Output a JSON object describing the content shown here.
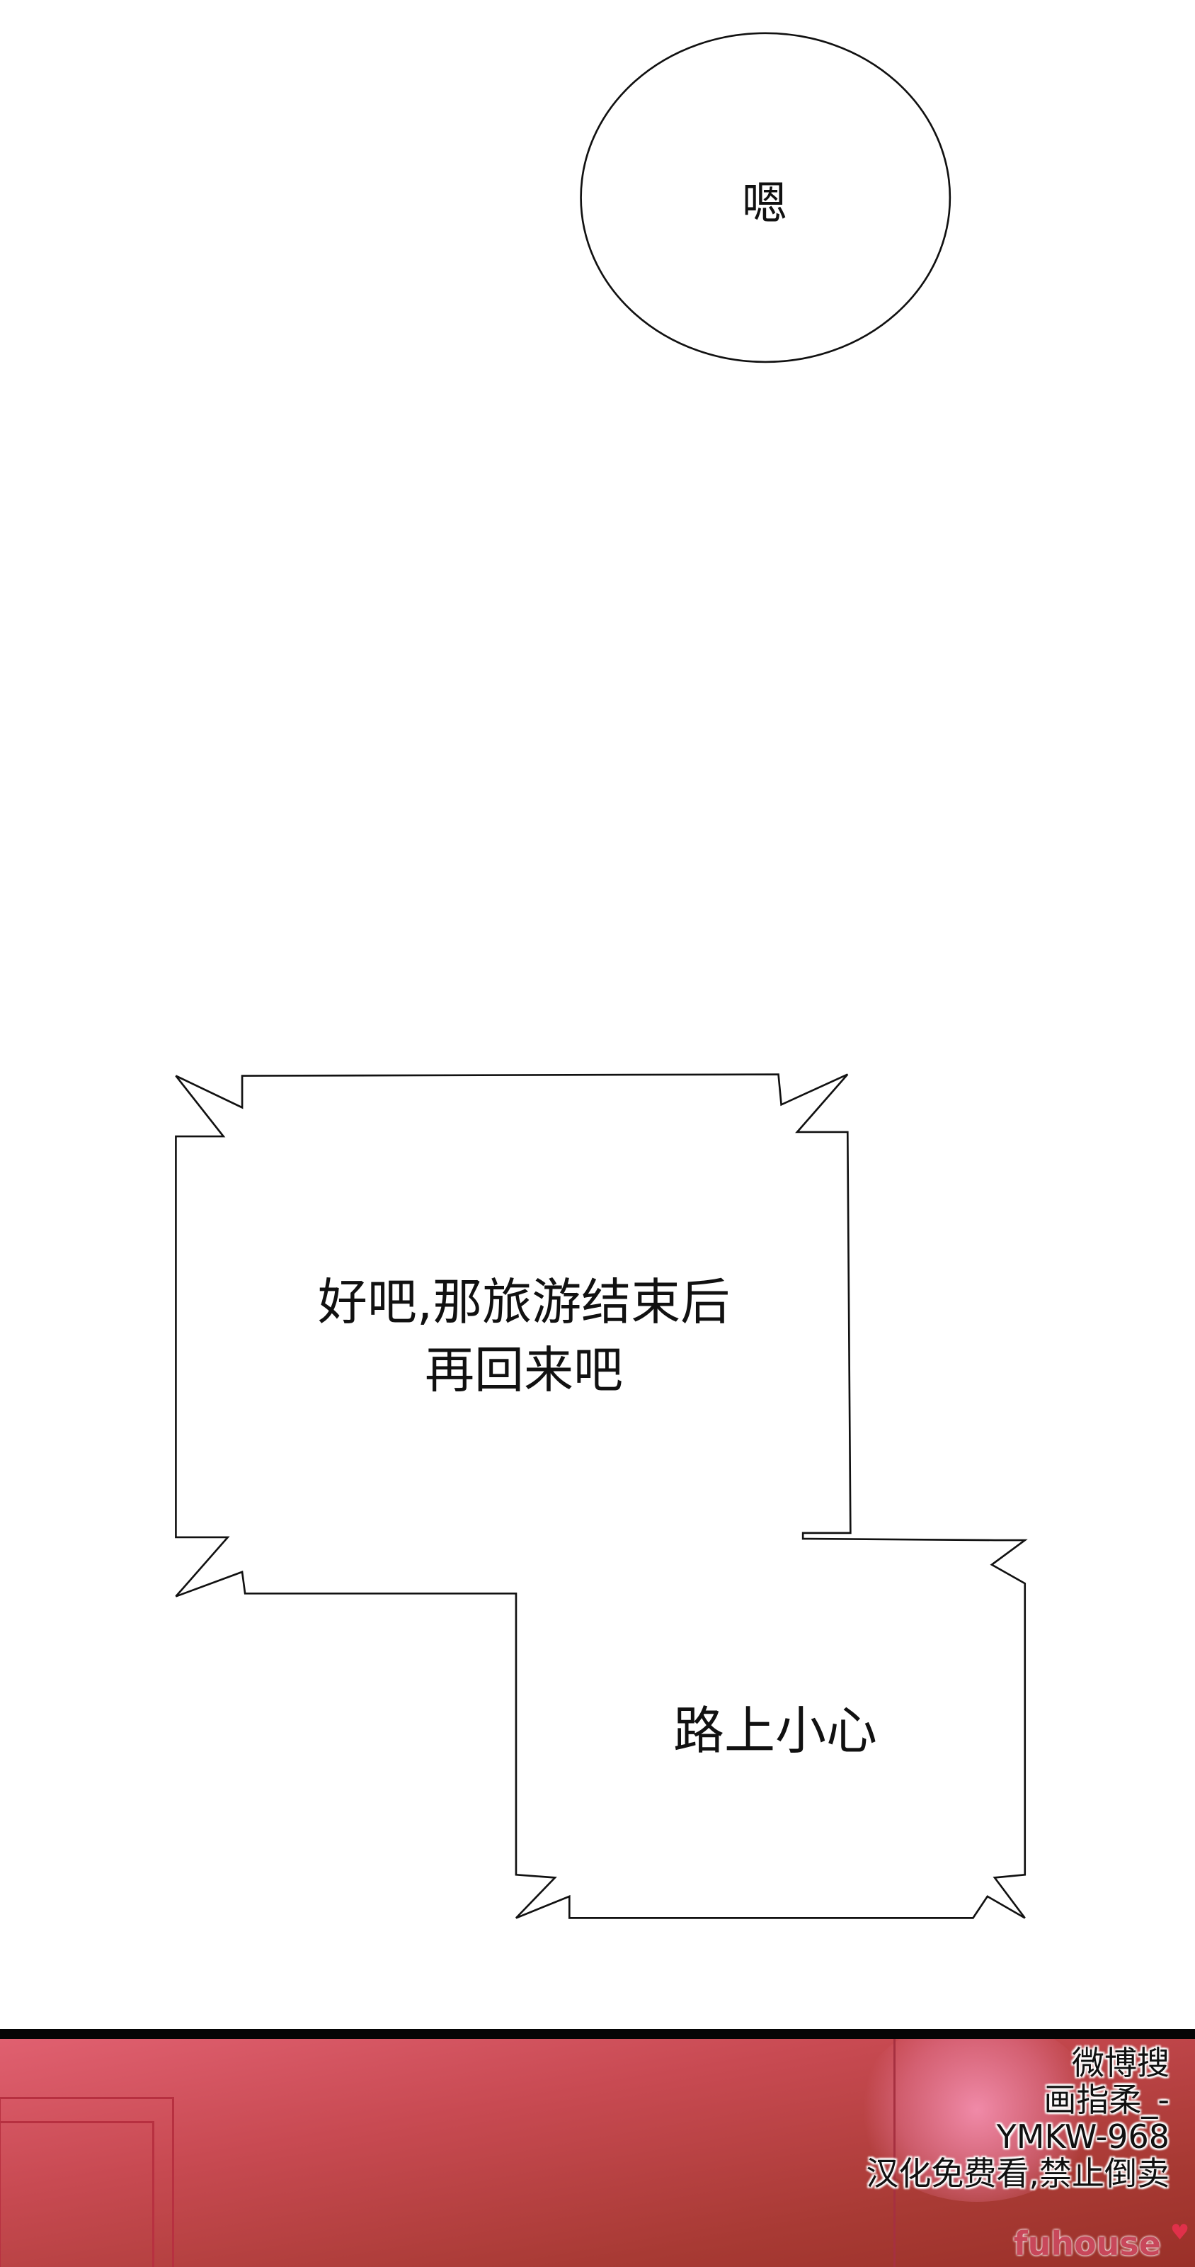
{
  "bubbles": {
    "bubble1": "嗯",
    "bubble2_line1": "好吧,那旅游结束后",
    "bubble2_line2": "再回来吧",
    "bubble3": "路上小心"
  },
  "watermark": {
    "lines": [
      "微博搜",
      "画指柔_-",
      "YMKW-968",
      "汉化免费看,禁止倒卖"
    ],
    "logo": "fuhouse"
  },
  "colors": {
    "panel": "#b8404a",
    "bar": "#050505"
  }
}
